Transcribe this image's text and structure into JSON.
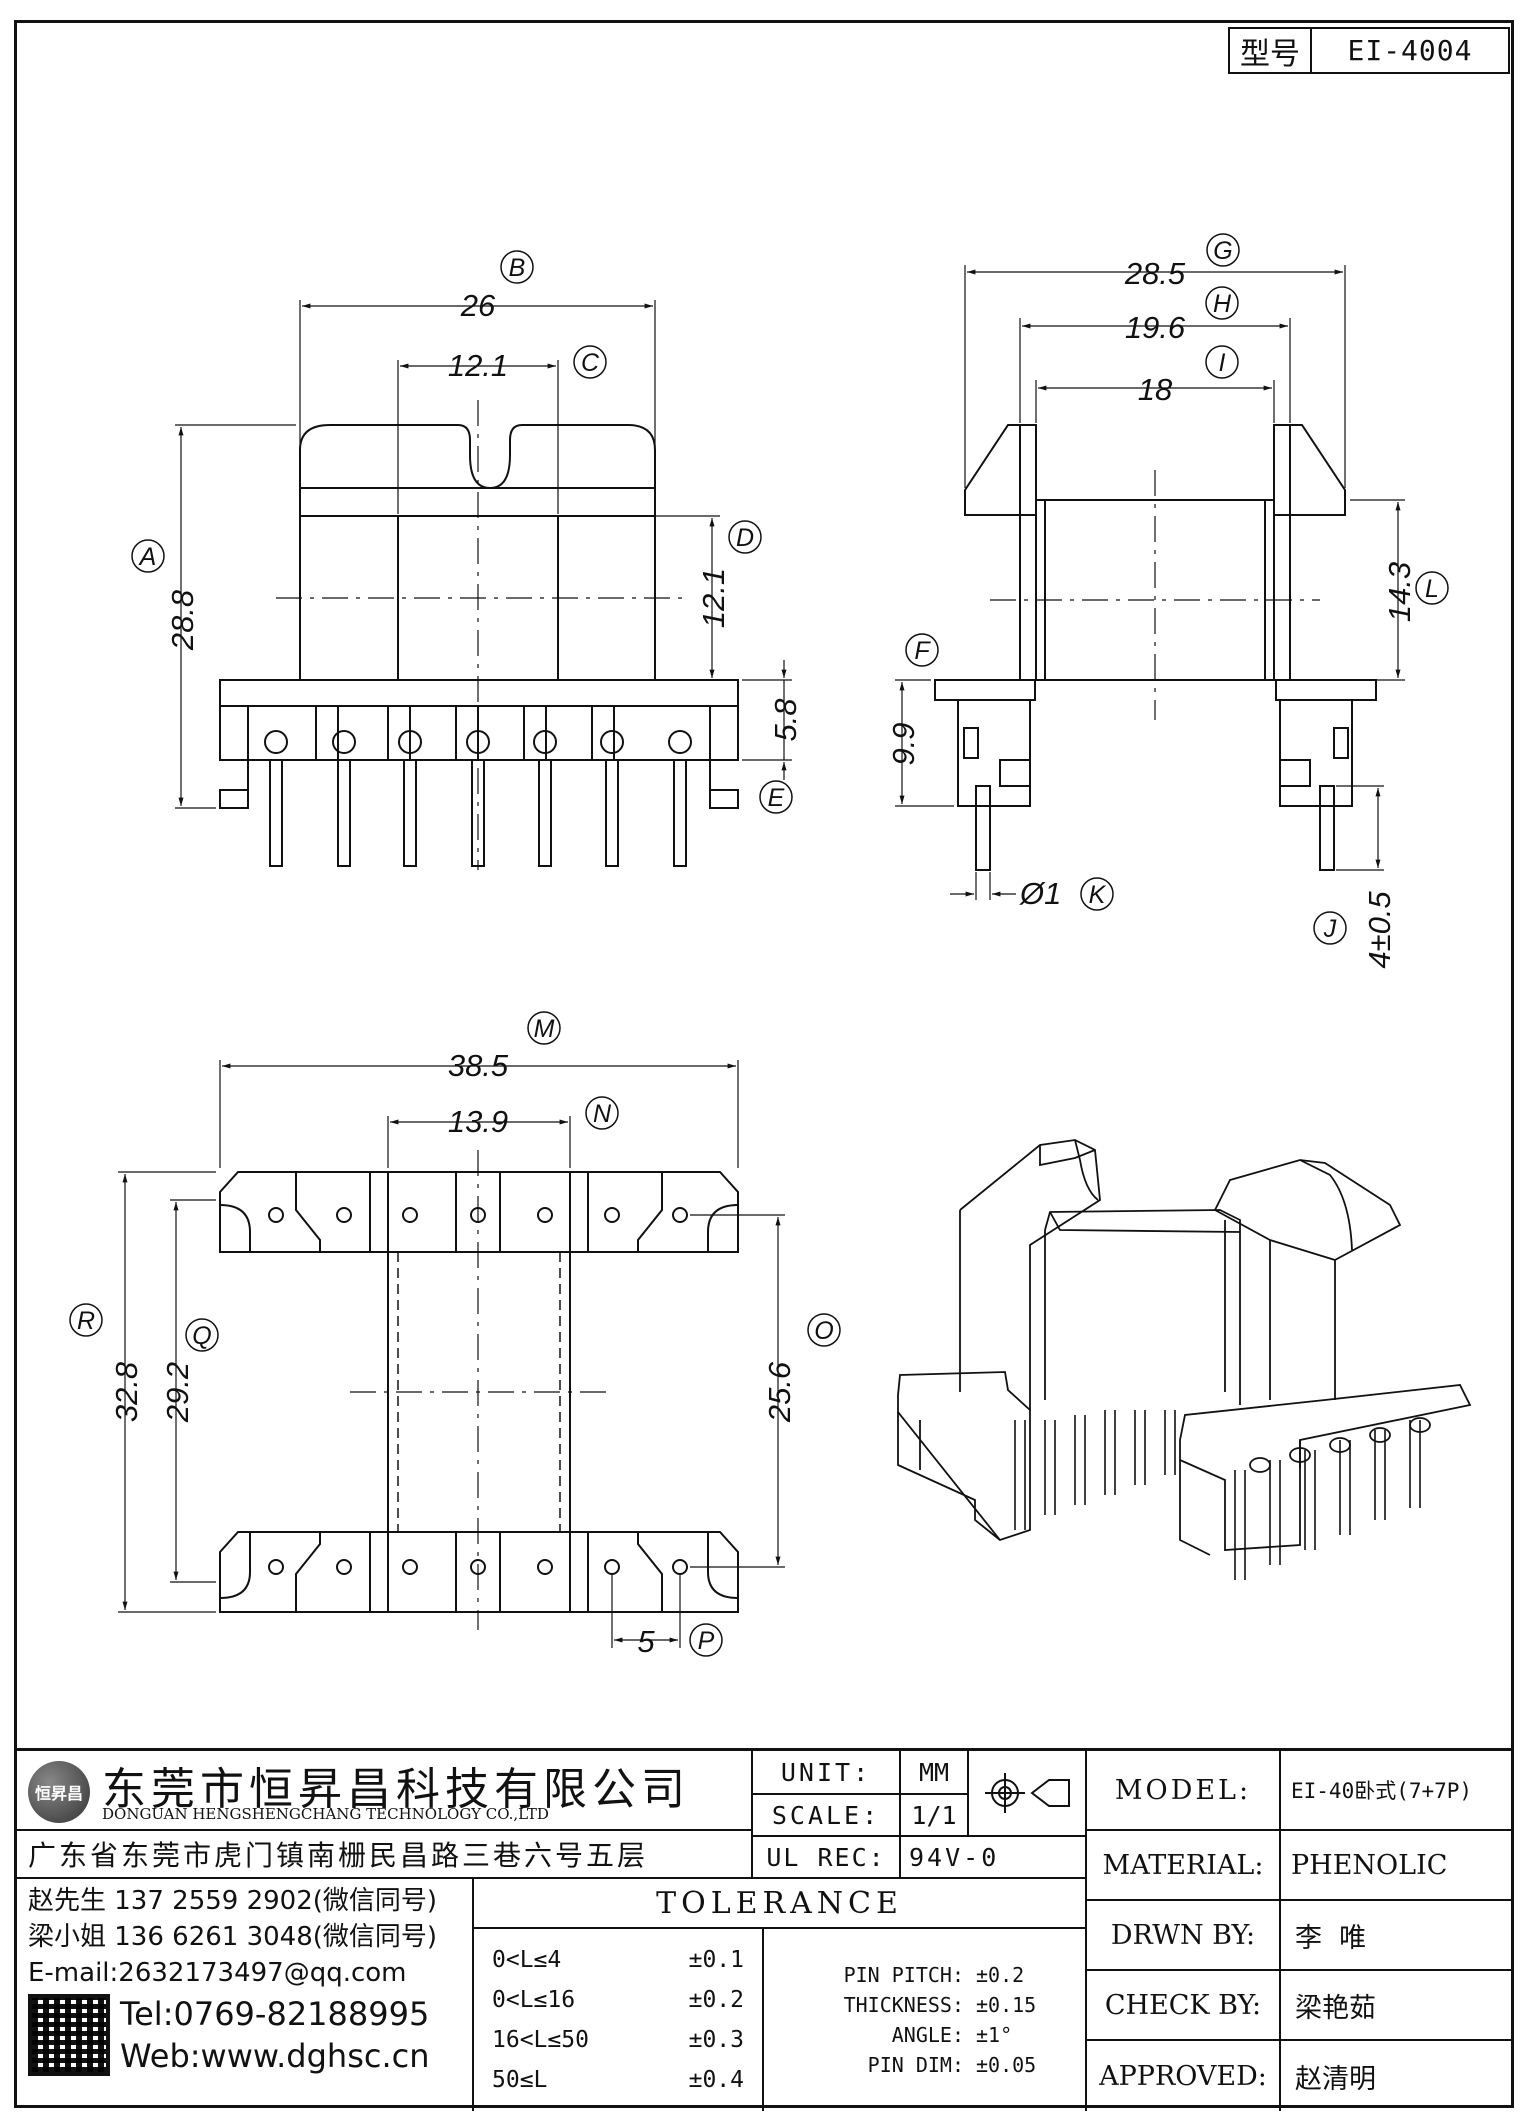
{
  "part_number_label": "型号",
  "part_number": "EI-4004",
  "views": {
    "front": {
      "dims": {
        "A": "28.8",
        "B": "26",
        "C": "12.1",
        "D": "12.1",
        "E": "5.8"
      }
    },
    "side": {
      "dims": {
        "G": "28.5",
        "H": "19.6",
        "I": "18",
        "L": "14.3",
        "F": "9.9",
        "K": "Ø1",
        "J": "4±0.5"
      }
    },
    "bottom": {
      "dims": {
        "M": "38.5",
        "N": "13.9",
        "R": "32.8",
        "Q": "29.2",
        "O": "25.6",
        "P": "5"
      }
    }
  },
  "circle_letters": [
    "A",
    "B",
    "C",
    "D",
    "E",
    "F",
    "G",
    "H",
    "I",
    "J",
    "K",
    "L",
    "M",
    "N",
    "O",
    "P",
    "Q",
    "R"
  ],
  "company": {
    "name_cn": "东莞市恒昇昌科技有限公司",
    "name_en": "DONGUAN HENGSHENGCHANG TECHNOLOGY CO.,LTD",
    "logo_text": "恒昇昌",
    "address": "广东省东莞市虎门镇南栅民昌路三巷六号五层",
    "contact1": "赵先生 137 2559 2902(微信同号)",
    "contact2": "梁小姐 136 6261 3048(微信同号)",
    "email": "E-mail:2632173497@qq.com",
    "tel": "Tel:0769-82188995",
    "web": "Web:www.dghsc.cn"
  },
  "specs": {
    "unit_label": "UNIT:",
    "unit_value": "MM",
    "scale_label": "SCALE:",
    "scale_value": "1/1",
    "ul_label": "UL REC:",
    "ul_value": "94V-0",
    "model_label": "MODEL:",
    "model_value": "EI-40卧式(7+7P)",
    "material_label": "MATERIAL:",
    "material_value": "PHENOLIC",
    "drawn_label": "DRWN BY:",
    "drawn_value": "李  唯",
    "check_label": "CHECK BY:",
    "check_value": "梁艳茹",
    "approved_label": "APPROVED:",
    "approved_value": "赵清明"
  },
  "tolerance": {
    "title": "TOLERANCE",
    "rows": [
      {
        "range": "0<L≤4",
        "value": "±0.1"
      },
      {
        "range": "0<L≤16",
        "value": "±0.2"
      },
      {
        "range": "16<L≤50",
        "value": "±0.3"
      },
      {
        "range": "50≤L",
        "value": "±0.4"
      }
    ],
    "other": [
      {
        "label": "PIN PITCH:",
        "value": "±0.2"
      },
      {
        "label": "THICKNESS:",
        "value": "±0.15"
      },
      {
        "label": "ANGLE:",
        "value": "±1°"
      },
      {
        "label": "PIN DIM:",
        "value": "±0.05"
      }
    ]
  }
}
